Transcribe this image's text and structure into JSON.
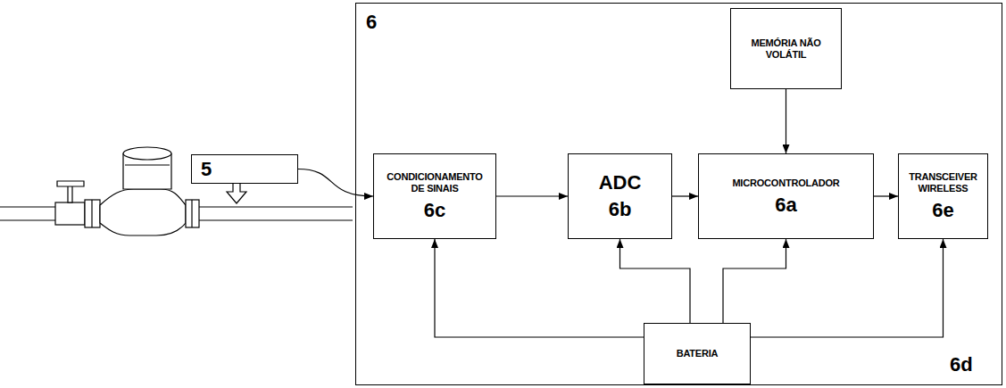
{
  "diagram": {
    "nodes": [
      {
        "text": [
          "5"
        ]
      },
      {
        "text": [
          "6"
        ]
      },
      {
        "text": [
          "CONDICIONAMENTO DE SINAIS",
          "6c"
        ],
        "in": 1
      },
      {
        "text": [
          "ADC",
          "6b"
        ],
        "in": 1
      },
      {
        "text": [
          "MICROCONTROLADOR",
          "6a"
        ],
        "in": 1
      },
      {
        "text": [
          "TRANSCEIVER WIRELESS",
          "6e"
        ],
        "in": 1
      },
      {
        "text": [
          "MEMÓRIA NÃO VOLÁTIL"
        ],
        "in": 1
      },
      {
        "text": [
          "BATERIA"
        ],
        "in": 1
      }
    ],
    "edges": [
      {
        "from": 0,
        "to": 2,
        "arrow": "to"
      },
      {
        "from": 2,
        "to": 3,
        "arrow": "to"
      },
      {
        "from": 3,
        "to": 4,
        "arrow": "to"
      },
      {
        "from": 4,
        "to": 5,
        "arrow": "to"
      },
      {
        "from": 6,
        "to": 4,
        "arrow": "to"
      },
      {
        "from": 7,
        "to": 2,
        "arrow": "to"
      },
      {
        "from": 7,
        "to": 3,
        "arrow": "to"
      },
      {
        "from": 7,
        "to": 4,
        "arrow": "to"
      },
      {
        "from": 7,
        "to": 5,
        "arrow": "to"
      }
    ],
    "labels": [
      "6d"
    ]
  }
}
